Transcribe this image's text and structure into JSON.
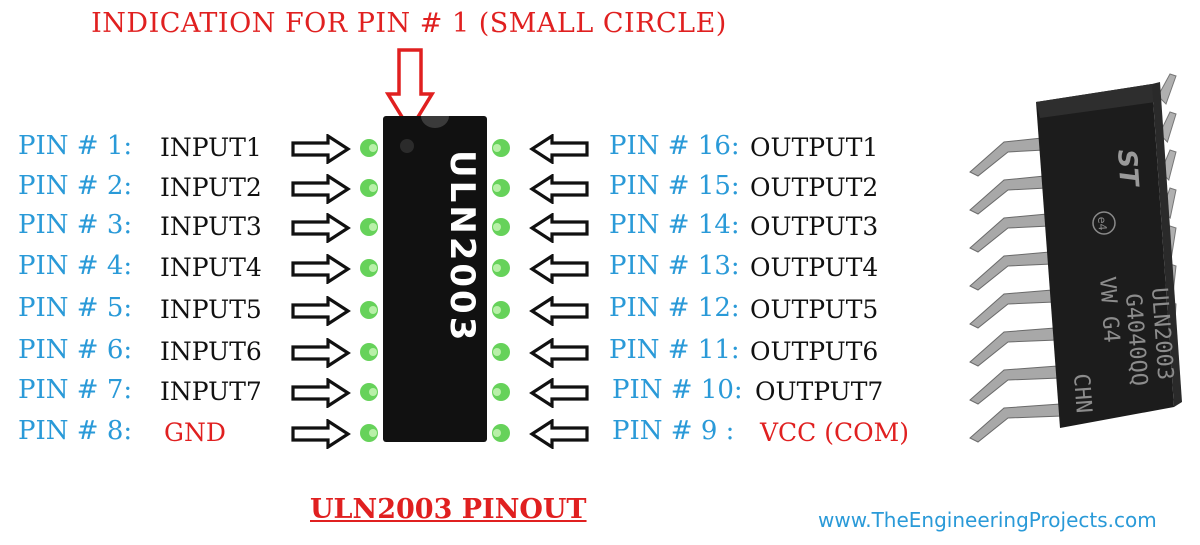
{
  "indication": "INDICATION FOR PIN # 1 (SMALL CIRCLE)",
  "chip_label": "ULN2003",
  "left_pins": [
    {
      "pin": "PIN # 1:",
      "signal": "INPUT1"
    },
    {
      "pin": "PIN # 2:",
      "signal": "INPUT2"
    },
    {
      "pin": "PIN # 3:",
      "signal": "INPUT3"
    },
    {
      "pin": "PIN # 4:",
      "signal": "INPUT4"
    },
    {
      "pin": "PIN # 5:",
      "signal": "INPUT5"
    },
    {
      "pin": "PIN # 6:",
      "signal": "INPUT6"
    },
    {
      "pin": "PIN # 7:",
      "signal": "INPUT7"
    },
    {
      "pin": "PIN # 8:",
      "signal": "GND"
    }
  ],
  "right_pins": [
    {
      "pin": "PIN # 16:",
      "signal": "OUTPUT1"
    },
    {
      "pin": "PIN # 15:",
      "signal": "OUTPUT2"
    },
    {
      "pin": "PIN # 14:",
      "signal": "OUTPUT3"
    },
    {
      "pin": "PIN # 13:",
      "signal": "OUTPUT4"
    },
    {
      "pin": "PIN # 12:",
      "signal": "OUTPUT5"
    },
    {
      "pin": "PIN # 11:",
      "signal": "OUTPUT6"
    },
    {
      "pin": "PIN # 10:",
      "signal": "OUTPUT7"
    },
    {
      "pin": "PIN # 9 :",
      "signal": "VCC (COM)"
    }
  ],
  "title": "ULN2003 PINOUT",
  "website": "www.TheEngineeringProjects.com",
  "photo": {
    "logo": "ST",
    "mark": "e4",
    "lines": [
      "ULN2003",
      "G4040QQ",
      "VW G4",
      "CHN"
    ]
  },
  "colors": {
    "label_blue": "#2a9ad8",
    "accent_red": "#e02020",
    "pin_green": "#66d25a",
    "chip_body": "#111111"
  }
}
